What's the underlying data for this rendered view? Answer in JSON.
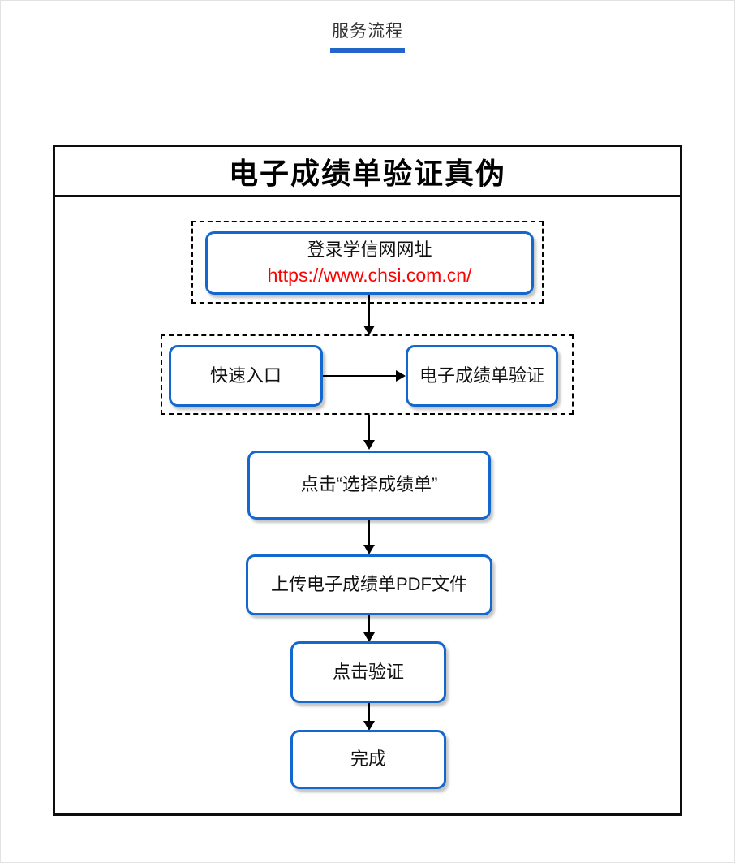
{
  "header": {
    "title": "服务流程"
  },
  "flowchart": {
    "title": "电子成绩单验证真伪",
    "steps": {
      "login": {
        "line1": "登录学信网网址",
        "url": "https://www.chsi.com.cn/"
      },
      "quick_entry": {
        "label": "快速入口"
      },
      "verify_entry": {
        "label": "电子成绩单验证"
      },
      "select_transcript": {
        "label": "点击“选择成绩单”"
      },
      "upload_pdf": {
        "label": "上传电子成绩单PDF文件"
      },
      "click_verify": {
        "label": "点击验证"
      },
      "done": {
        "label": "完成"
      }
    },
    "colors": {
      "node_border_blue": "#1268cf",
      "url_red": "#ff0000",
      "accent_bar_blue": "#2366c9",
      "underline_light_blue": "#c9d8ee",
      "outline_black": "#0d0d0d"
    }
  }
}
